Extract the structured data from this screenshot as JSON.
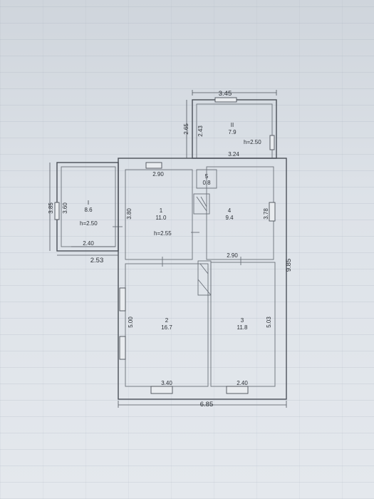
{
  "plan": {
    "rooms": [
      {
        "id": "I",
        "area": "8.6",
        "height": "h=2.50"
      },
      {
        "id": "II",
        "area": "7.9",
        "height": "h=2.50"
      },
      {
        "id": "1",
        "area": "11.0",
        "height": "h=2.55"
      },
      {
        "id": "2",
        "area": "16.7"
      },
      {
        "id": "3",
        "area": "11.8"
      },
      {
        "id": "4",
        "area": "9.4"
      },
      {
        "id": "5",
        "area": "0.8"
      }
    ],
    "dimensions": {
      "ii_width": "3.45",
      "ii_outer_height": "2.65",
      "ii_inner_height": "2.43",
      "ii_bottom": "3.24",
      "i_outer_height": "3.85",
      "i_inner_height": "3.60",
      "i_width": "2.40",
      "i_outer_width": "2.53",
      "room1_width": "2.90",
      "room1_height": "3.80",
      "room4_height": "3.78",
      "room4_width": "2.90",
      "room2_height": "5.00",
      "room2_width": "3.40",
      "room3_height": "5.03",
      "room3_width": "2.40",
      "total_width": "6.85",
      "total_height": "9.85"
    }
  }
}
